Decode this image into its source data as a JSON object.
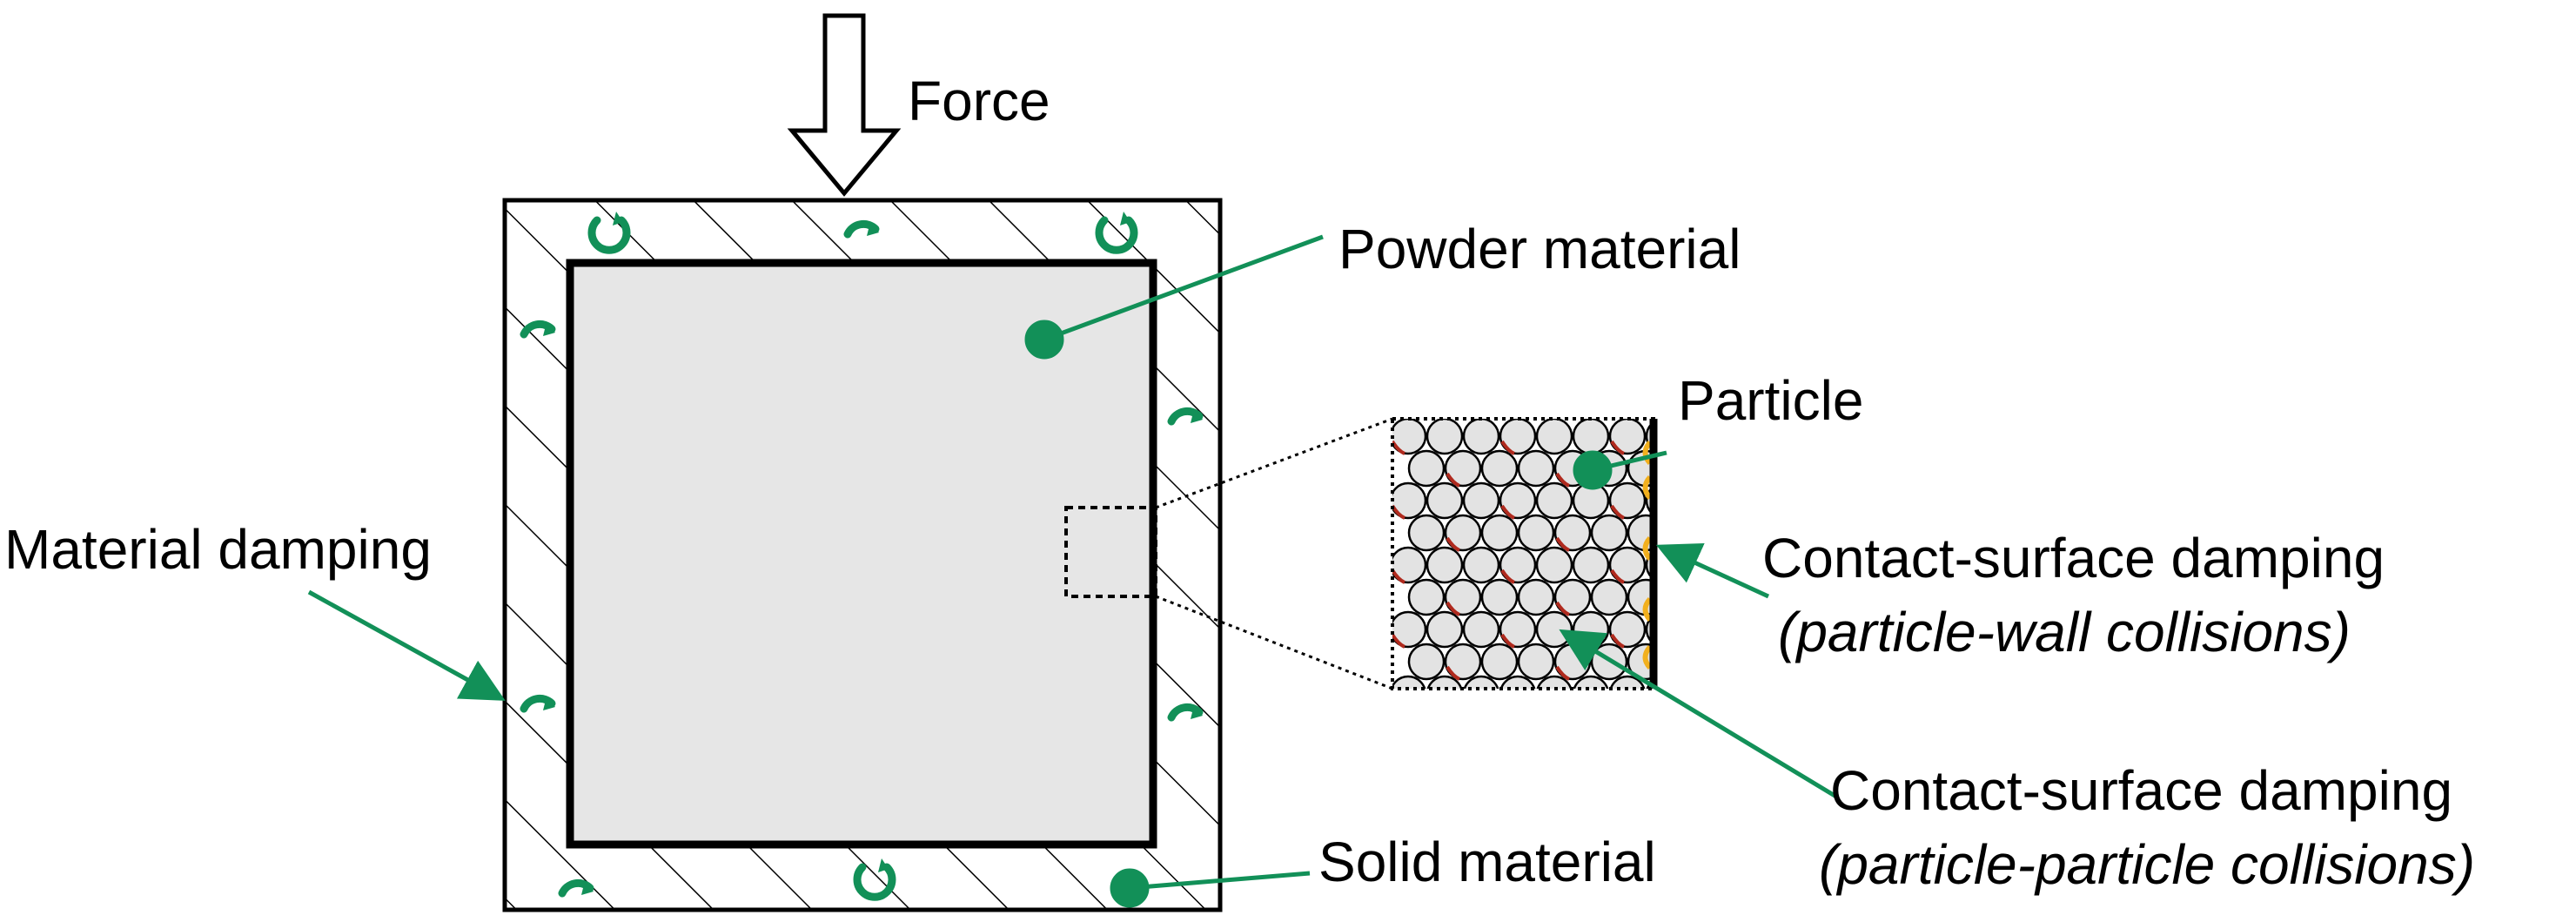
{
  "labels": {
    "force": "Force",
    "powder_material": "Powder material",
    "particle": "Particle",
    "material_damping": "Material damping",
    "contact_wall_title": "Contact-surface damping",
    "contact_wall_sub": "(particle-wall collisions)",
    "contact_particle_title": "Contact-surface damping",
    "contact_particle_sub": "(particle-particle collisions)",
    "solid_material": "Solid material"
  },
  "colors": {
    "leader": "#129058",
    "powder_fill": "#e6e6e6",
    "particle_fill": "#e3e3e3",
    "particle_contact": "#b02a1e",
    "wall_contact": "#f2b01e",
    "outline": "#000000"
  },
  "icons": {
    "rotation_arrows": "curved-rotation-arrow-icon",
    "force_arrow": "down-arrow-icon"
  }
}
